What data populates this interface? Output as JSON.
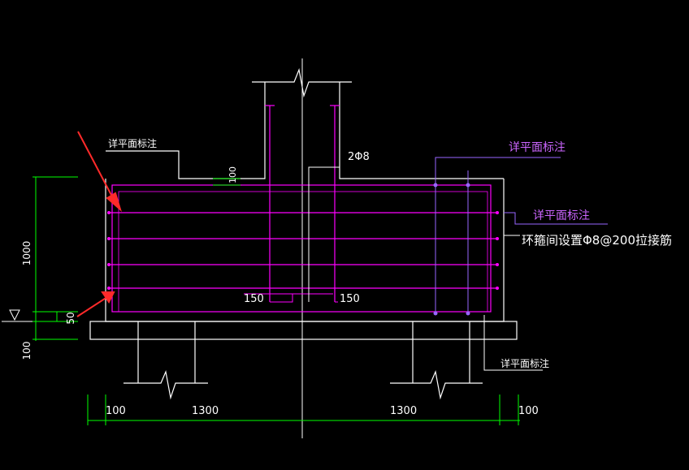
{
  "colors": {
    "background": "#000000",
    "outline": "#ffffff",
    "rebar": "#ff00ff",
    "leader_purple": "#9966ff",
    "dimension": "#00ff00",
    "arrow": "#ff2a2a"
  },
  "labels": {
    "note_top_left": "详平面标注",
    "note_top_right": "详平面标注",
    "note_right_mid": "详平面标注",
    "note_bottom_right": "详平面标注",
    "tie_note": "环箍间设置Φ8@200拉接筋",
    "rebar_2phi8": "2Φ8",
    "dim_150_left": "150",
    "dim_150_right": "150",
    "dim_100_top": "100"
  },
  "dimensions": {
    "vertical_1000": "1000",
    "vertical_50": "50",
    "vertical_100": "100",
    "bottom_100_left": "100",
    "bottom_1300_left": "1300",
    "bottom_1300_right": "1300",
    "bottom_100_right": "100"
  },
  "icons": {
    "break_symbol": "break-line-icon",
    "level_marker": "elevation-triangle-icon",
    "pointer": "red-arrow-icon"
  }
}
